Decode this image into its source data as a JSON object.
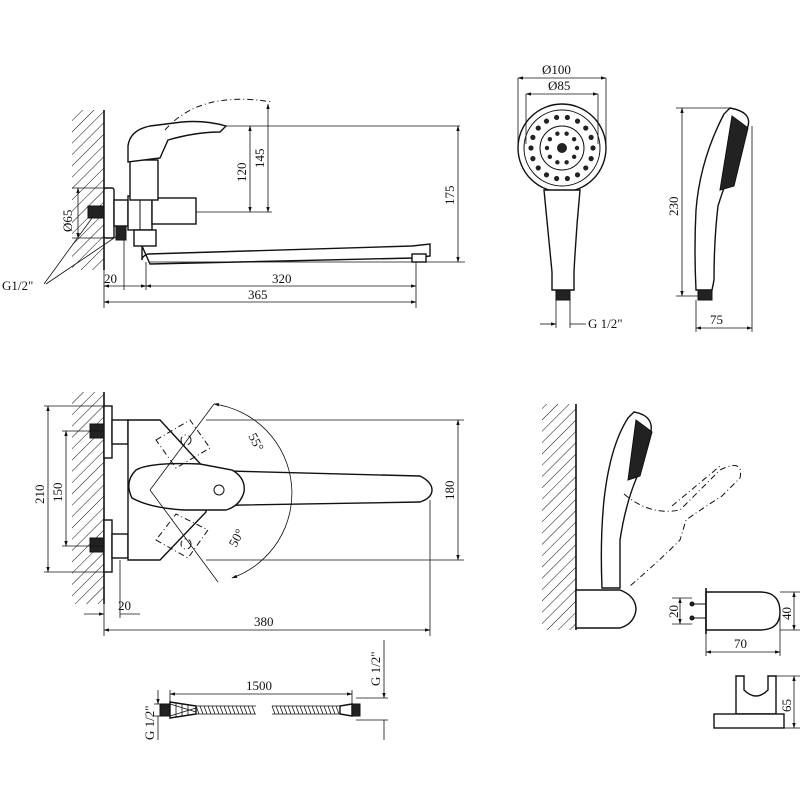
{
  "side_view": {
    "dim_d65": "Ø65",
    "dim_120": "120",
    "dim_145": "145",
    "dim_175": "175",
    "dim_20": "20",
    "dim_320": "320",
    "dim_365": "365",
    "thread_label": "G1/2\""
  },
  "shower_head_front": {
    "dim_d100": "Ø100",
    "dim_d85": "Ø85",
    "thread_label": "G 1/2\""
  },
  "shower_head_side": {
    "dim_230": "230",
    "dim_75": "75"
  },
  "top_view": {
    "dim_210": "210",
    "dim_150": "150",
    "dim_180": "180",
    "dim_20": "20",
    "dim_380": "380",
    "angle_55": "55°",
    "angle_50": "50°"
  },
  "hose": {
    "dim_1500": "1500",
    "thread_left": "G 1/2\"",
    "thread_right": "G 1/2\""
  },
  "holder": {
    "dim_20": "20",
    "dim_40": "40",
    "dim_70": "70",
    "dim_65": "65"
  }
}
